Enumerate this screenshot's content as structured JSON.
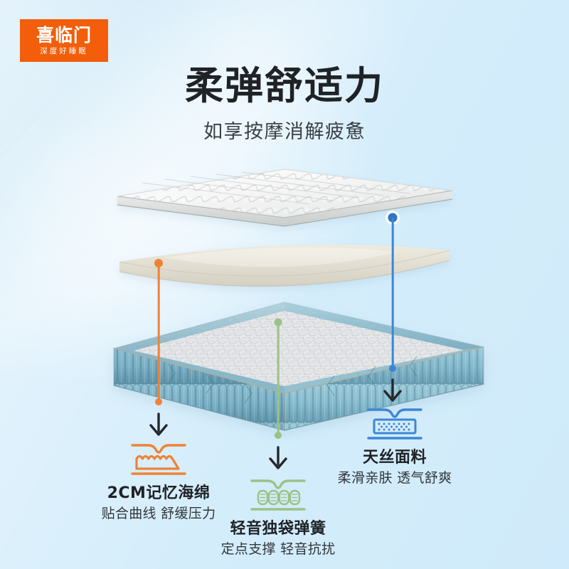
{
  "brand": {
    "logo_main": "喜临门",
    "logo_sub": "深度好睡眠",
    "logo_bg": "#f25e0a",
    "logo_fg": "#ffffff"
  },
  "header": {
    "title": "柔弹舒适力",
    "subtitle": "如享按摩消解疲惫",
    "title_color": "#1f2226"
  },
  "background": {
    "base_color": "#d2edfb",
    "highlight_color": "#eaf7fd"
  },
  "product": {
    "name": "弹簧床垫分层结构图",
    "layers": [
      {
        "id": "cover",
        "name": "天丝面料绗缝面层",
        "color": "#f3f4f3"
      },
      {
        "id": "foam",
        "name": "2CM记忆海绵层",
        "color": "#efece2"
      },
      {
        "id": "springs",
        "name": "轻音独袋弹簧层",
        "color": "#7fb3c6"
      }
    ]
  },
  "connectors": [
    {
      "id": "foam-connector",
      "color": "#ef8236",
      "from_layer": "foam",
      "to_feature": "memory-foam"
    },
    {
      "id": "spring-connector",
      "color": "#9cc285",
      "from_layer": "springs",
      "to_feature": "pocket-spring"
    },
    {
      "id": "fabric-connector",
      "color": "#3d86d6",
      "from_layer": "cover",
      "to_feature": "tencel-fabric"
    }
  ],
  "features": [
    {
      "id": "memory-foam",
      "icon": "memory-foam-icon",
      "color": "#ef8236",
      "title": "2CM记忆海绵",
      "desc": "贴合曲线 舒缓压力"
    },
    {
      "id": "pocket-spring",
      "icon": "pocket-spring-icon",
      "color": "#9cc285",
      "title": "轻音独袋弹簧",
      "desc": "定点支撑 轻音抗扰"
    },
    {
      "id": "tencel-fabric",
      "icon": "tencel-fabric-icon",
      "color": "#3d86d6",
      "title": "天丝面料",
      "desc": "柔滑亲肤 透气舒爽"
    }
  ]
}
